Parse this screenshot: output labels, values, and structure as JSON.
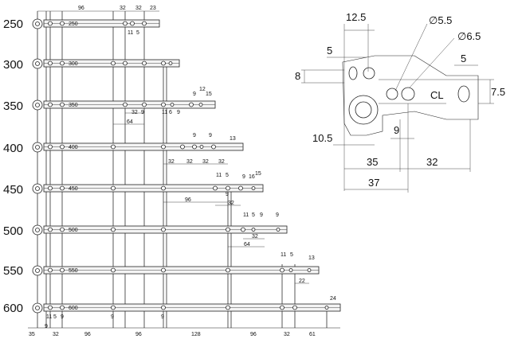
{
  "sizes": [
    "250",
    "300",
    "350",
    "400",
    "450",
    "500",
    "550",
    "600"
  ],
  "rail_marks": [
    "250",
    "300",
    "350",
    "400",
    "450",
    "500",
    "550",
    "600"
  ],
  "top_dims": [
    "96",
    "32",
    "32",
    "23",
    "11",
    "5"
  ],
  "row350_dims": [
    "12",
    "9",
    "15",
    "32",
    "9",
    "64",
    "11",
    "6",
    "9"
  ],
  "row400_dims": [
    "9",
    "9",
    "13",
    "32",
    "32",
    "32",
    "32"
  ],
  "row450_dims": [
    "11",
    "5",
    "9",
    "16",
    "15",
    "96",
    "32",
    "9"
  ],
  "row500_dims": [
    "11",
    "5",
    "9",
    "9",
    "32",
    "64"
  ],
  "row550_dims": [
    "11",
    "5",
    "13",
    "22"
  ],
  "row600_dims": [
    "24"
  ],
  "bottom_dims": [
    "35",
    "32",
    "96",
    "96",
    "128",
    "96",
    "32",
    "61"
  ],
  "left_small": [
    "9",
    "11",
    "5",
    "9",
    "9",
    "9"
  ],
  "detail": {
    "d125": "12.5",
    "d55": "∅5.5",
    "d65": "∅6.5",
    "d5a": "5",
    "d5b": "5",
    "d8": "8",
    "cl": "CL",
    "d75": "7.5",
    "d105": "10.5",
    "d9": "9",
    "d35": "35",
    "d32": "32",
    "d37": "37"
  }
}
